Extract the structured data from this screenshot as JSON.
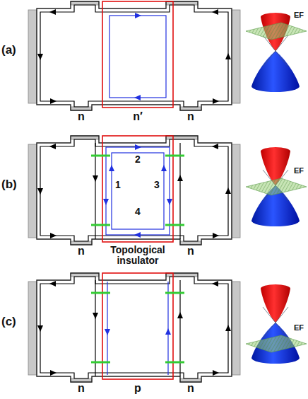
{
  "diagram": {
    "labels": [
      "(a)",
      "EF",
      "n",
      "n′",
      "n",
      "(b)",
      "2",
      "1",
      "3",
      "4",
      "EF",
      "n",
      "Topological insulator",
      "n",
      "(c)",
      "EF",
      "n",
      "p",
      "n"
    ]
  }
}
